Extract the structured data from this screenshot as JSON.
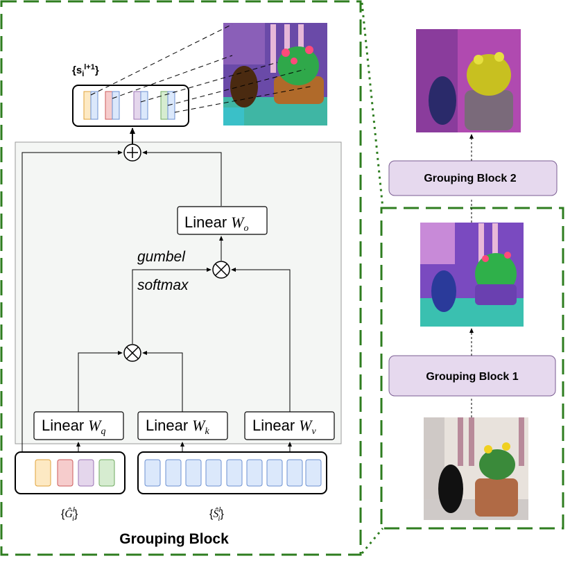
{
  "main_title": "Grouping Block",
  "output_label": {
    "base": "{s",
    "sub": "i",
    "sup": "l+1",
    "close": "}"
  },
  "linear_label": "Linear",
  "weights": {
    "q": "W",
    "q_sub": "q",
    "k": "W",
    "k_sub": "k",
    "v": "W",
    "v_sub": "v",
    "o": "W",
    "o_sub": "o"
  },
  "gumbel_line1": "gumbel",
  "gumbel_line2": "softmax",
  "group_tokens_label": {
    "open": "{",
    "sym": "Ĝ",
    "sup": "l",
    "sub": "i",
    "close": "}"
  },
  "segment_tokens_label": {
    "open": "{",
    "sym": "Ŝ",
    "sup": "l",
    "sub": "i",
    "close": "}"
  },
  "grouping_block_2": "Grouping Block 2",
  "grouping_block_1": "Grouping Block 1",
  "colors": {
    "dash_green": "#2e7d1f",
    "panel_fill": "#f4f6f4",
    "block_fill": "#e6d9ee",
    "block_stroke": "#7a5c92",
    "token_blue_fill": "#dbe8fb",
    "token_blue_stroke": "#6b8fd1",
    "token_orange_fill": "#fde9c3",
    "token_orange_stroke": "#e0a23a",
    "token_red_fill": "#f6cccc",
    "token_red_stroke": "#cc5a5a",
    "token_purple_fill": "#e4d6ec",
    "token_purple_stroke": "#9a73b3",
    "token_green_fill": "#d6ecd0",
    "token_green_stroke": "#6faa5f"
  }
}
